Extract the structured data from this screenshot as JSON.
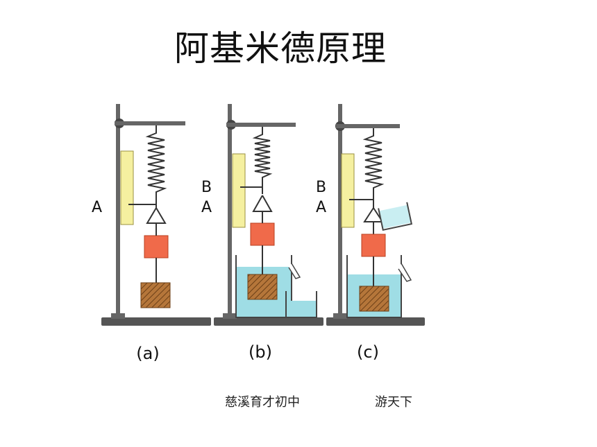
{
  "title": "阿基米德原理",
  "panels": [
    {
      "caption": "(a)",
      "labels": [
        "A"
      ]
    },
    {
      "caption": "(b)",
      "labels": [
        "B",
        "A"
      ]
    },
    {
      "caption": "(c)",
      "labels": [
        "B",
        "A"
      ]
    }
  ],
  "footer": {
    "school": "慈溪育才初中",
    "author": "游天下"
  },
  "colors": {
    "stand": "#555555",
    "scale": "#f5f0a0",
    "spring": "#333333",
    "small_block": "#f06a4a",
    "large_block": "#b5763a",
    "water": "#9fdde5"
  }
}
